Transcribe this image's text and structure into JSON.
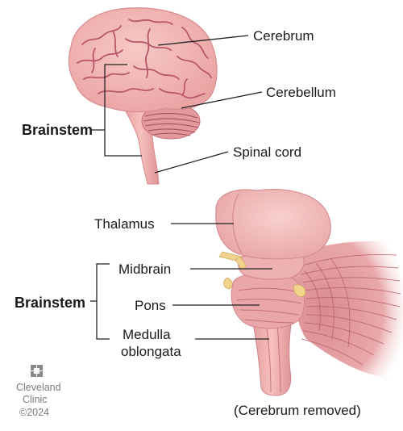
{
  "diagram": {
    "top": {
      "labels": {
        "cerebrum": "Cerebrum",
        "cerebellum": "Cerebellum",
        "brainstem": "Brainstem",
        "spinal_cord": "Spinal cord"
      }
    },
    "bottom": {
      "labels": {
        "thalamus": "Thalamus",
        "brainstem": "Brainstem",
        "midbrain": "Midbrain",
        "pons": "Pons",
        "medulla_line1": "Medulla",
        "medulla_line2": "oblongata"
      },
      "caption": "(Cerebrum removed)"
    },
    "logo": {
      "line1": "Cleveland",
      "line2": "Clinic",
      "line3": "©2024",
      "icon": "cleveland-clinic-cross-icon"
    },
    "colors": {
      "tissue": "#f3b8b6",
      "tissue_dark": "#e39a9c",
      "fold": "#b8576b",
      "text": "#1a1a1a"
    }
  }
}
